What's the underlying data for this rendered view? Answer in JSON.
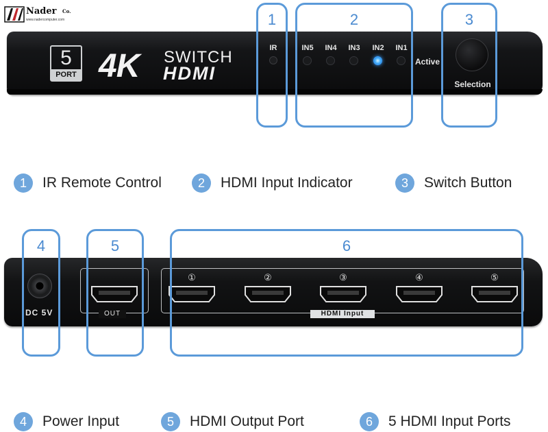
{
  "brand": {
    "name": "Nader",
    "suffix": "Co.",
    "url": "www.nadercomputer.com"
  },
  "front_panel": {
    "badge_number": "5",
    "badge_word": "PORT",
    "title_4k": "4K",
    "title_switch": "SWITCH",
    "title_hdmi": "HDMI",
    "ir_label": "IR",
    "leds": [
      {
        "label": "IN5",
        "on": false
      },
      {
        "label": "IN4",
        "on": false
      },
      {
        "label": "IN3",
        "on": false
      },
      {
        "label": "IN2",
        "on": true
      },
      {
        "label": "IN1",
        "on": false
      }
    ],
    "active_label": "Active",
    "selection_label": "Selection"
  },
  "back_panel": {
    "dc_label": "DC 5V",
    "out_label": "OUT",
    "input_label": "HDMI Input",
    "input_numbers": [
      "①",
      "②",
      "③",
      "④",
      "⑤"
    ]
  },
  "callouts": [
    "1",
    "2",
    "3",
    "4",
    "5",
    "6"
  ],
  "legend_top": [
    {
      "num": "1",
      "text": "IR Remote Control"
    },
    {
      "num": "2",
      "text": "HDMI Input Indicator"
    },
    {
      "num": "3",
      "text": "Switch Button"
    }
  ],
  "legend_bottom": [
    {
      "num": "4",
      "text": "Power Input"
    },
    {
      "num": "5",
      "text": "HDMI Output Port"
    },
    {
      "num": "6",
      "text": "5 HDMI Input Ports"
    }
  ],
  "colors": {
    "callout_blue": "#5b9ad9",
    "legend_circle": "#6fa6dc",
    "led_on": "#3aa0ff"
  }
}
